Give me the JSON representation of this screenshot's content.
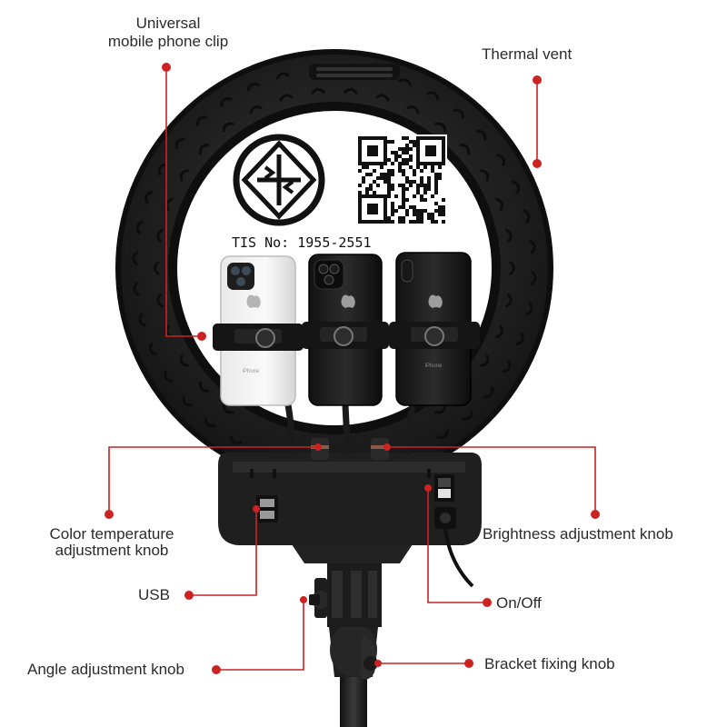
{
  "labels": {
    "phone_clip_line1": "Universal",
    "phone_clip_line2": "mobile phone clip",
    "thermal_vent": "Thermal vent",
    "color_temp_line1": "Color temperature",
    "color_temp_line2": "adjustment knob",
    "brightness": "Brightness adjustment knob",
    "usb": "USB",
    "on_off": "On/Off",
    "angle_knob": "Angle adjustment knob",
    "bracket_knob": "Bracket fixing knob"
  },
  "certification": {
    "tis_number": "TIS No:  1955-2551"
  },
  "phone_texts": {
    "left": "iPhone",
    "right": "iPhone"
  },
  "colors": {
    "callout_red": "#cc2222",
    "ring_black": "#1c1c1c",
    "ring_dark": "#2a2a2a"
  },
  "icons": [
    "tis-mark-icon",
    "qr-code-icon",
    "apple-logo-icon"
  ]
}
